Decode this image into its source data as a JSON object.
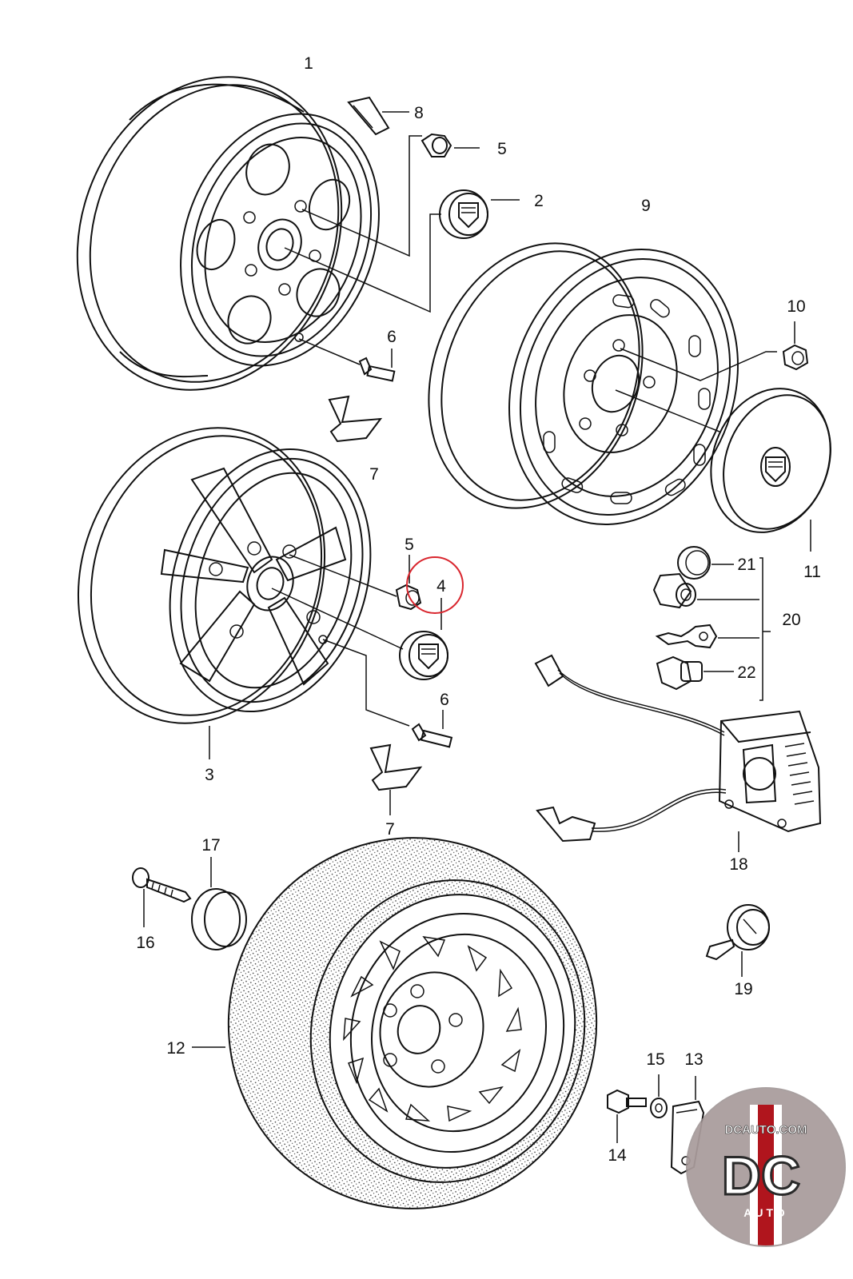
{
  "diagram": {
    "callouts": [
      "1",
      "2",
      "3",
      "4",
      "5",
      "6",
      "7",
      "8",
      "9",
      "10",
      "11",
      "12",
      "13",
      "14",
      "15",
      "16",
      "17",
      "18",
      "19",
      "20",
      "21",
      "22"
    ],
    "highlighted_callout": "4",
    "highlight_color": "#d9262e"
  },
  "watermark": {
    "site": "DCAUTO.COM",
    "monogram": "DC",
    "tagline": "AUTO",
    "colors": {
      "red": "#b0151d",
      "white": "#ffffff",
      "dark": "#2a2a2a",
      "gray": "#9a8f8f"
    }
  }
}
